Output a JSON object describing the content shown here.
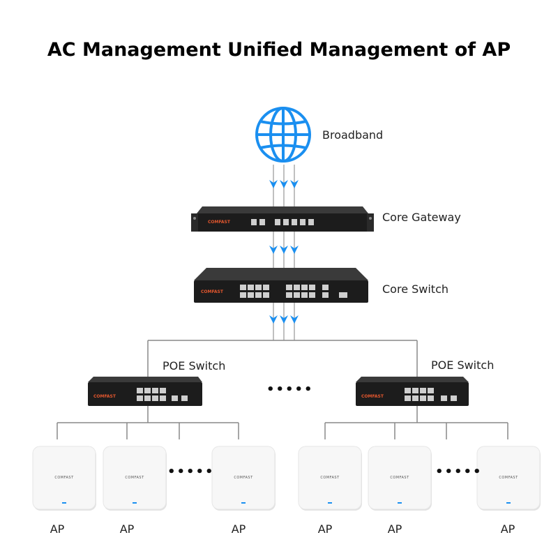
{
  "title": "AC Management Unified Management of AP",
  "labels": {
    "broadband": "Broadband",
    "core_gateway": "Core Gateway",
    "core_switch": "Core Switch",
    "poe_switch_left": "POE Switch",
    "poe_switch_right": "POE Switch",
    "ellipsis": "•••••"
  },
  "brand": "COMFAST",
  "access_points": [
    {
      "label": "AP"
    },
    {
      "label": "AP"
    },
    {
      "label": "AP"
    },
    {
      "label": "AP"
    },
    {
      "label": "AP"
    },
    {
      "label": "AP"
    }
  ],
  "colors": {
    "globe": "#1a8ff0",
    "arrow": "#1a8ff0",
    "line": "#888888",
    "device": "#1c1c1c",
    "brand": "#e4572e"
  }
}
